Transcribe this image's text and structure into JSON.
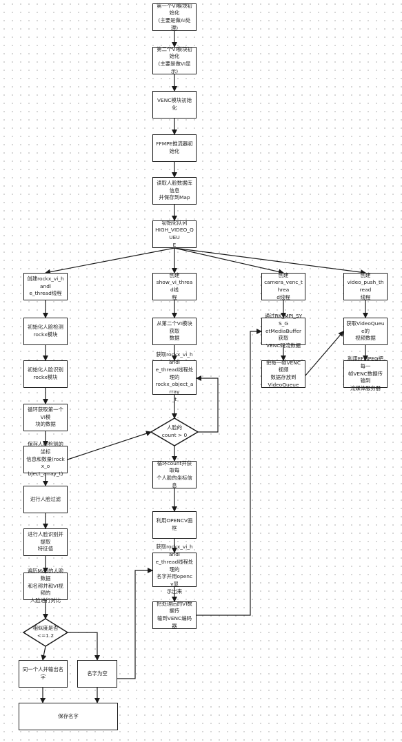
{
  "nodes": {
    "vi1_init": "第一个VI模块初始化\n(主要是做AI处理)",
    "vi2_init": "第二个VI模块初始化\n(主要是做VI显示)",
    "venc_init": "VENC模块初始化",
    "ffmpeg_init": "FFMPE推流器初始化",
    "face_db": "读取人脸数据库信息\n并保存到Map",
    "queue_init": "初始化队列\nHIGH_VIDEO_QUEU\nE",
    "create_rockx": "创建rockx_vi_handl\ne_thread线程",
    "create_show": "创建\nshow_vi_thread线\n程",
    "create_camera": "创建\ncamera_venc_threa\nd线程",
    "create_push": "创建\nvideo_push_thread\n线程",
    "init_detect": "初始化人脸检测\nrockx模块",
    "init_recog": "初始化人脸识别\nrockx模块",
    "loop_vi1": "循环获取第一个VI模\n块的数据",
    "save_coords": "保存人脸检测的坐标\n信息和数量(rockx_o\nbject_array_t)",
    "face_filter": "进行人脸过滤",
    "extract_feat": "进行人脸识别并提取\n特征值",
    "traverse_map": "遍历Map的人脸数据\n和名称并和VI视频的\n人脸进行对比",
    "similarity": "相似度是否\n<=1.2",
    "same_person": "同一个人并输出名字",
    "name_empty": "名字为空",
    "save_name": "保存名字",
    "get_vi2": "从第二个VI模块获取\n数据",
    "get_array": "获取rockx_vi_handl\ne_thread线程处理的\nrockx_object_array\n_t",
    "face_count": "人脸的\ncount > 0",
    "loop_count": "循环count并获取每\n个人脸的坐标信息",
    "opencv_draw": "利用OPENCV画框",
    "get_name": "获取rockx_vi_handl\ne_thread线程处理的\n名字并用opencv显\n示出来",
    "transfer_venc": "把处理后的VI数据传\n输到VENC编码器",
    "get_venc": "通过RK_MPI_SYS_G\netMediaBuffer获取\nVENC码流数据",
    "store_queue": "把每一帧VENC视频\n数据存放到\nVideoQueue",
    "get_queue": "获取VideoQueue的\n视频数据",
    "ffmpeg_push": "利用FFMPEG把每一\n帧VENC数据传输到\n流媒体服务器"
  }
}
